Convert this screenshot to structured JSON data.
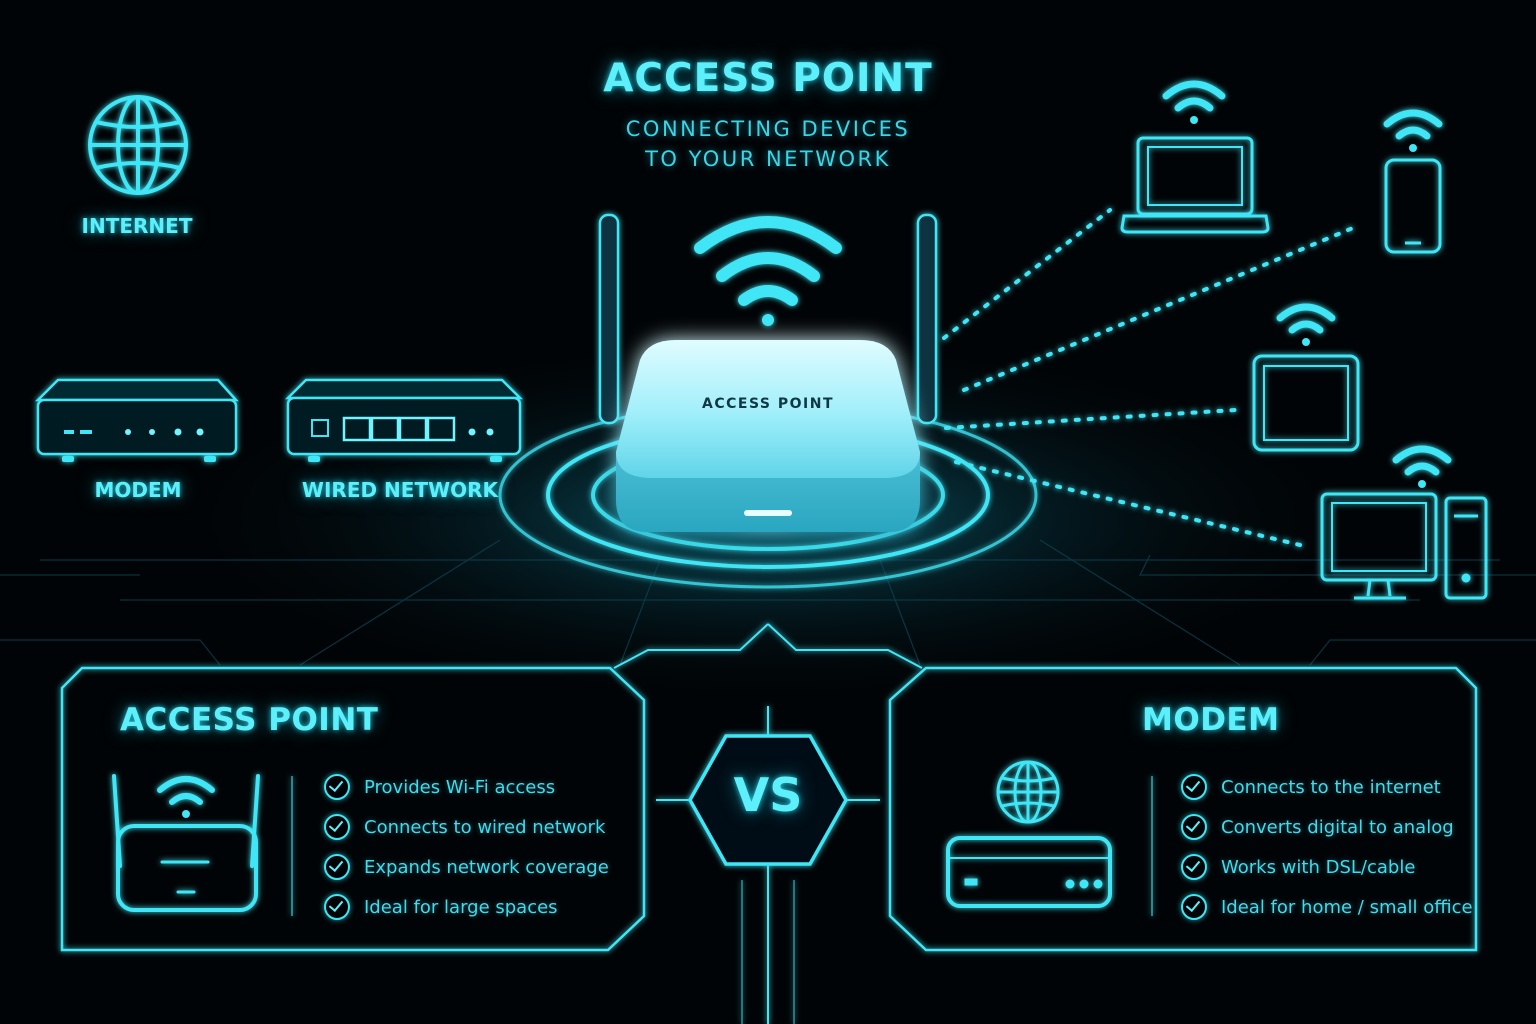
{
  "title": "ACCESS POINT",
  "subtitle": [
    "CONNECTING DEVICES",
    "TO YOUR NETWORK"
  ],
  "network": {
    "internet_label": "INTERNET",
    "modem_label": "MODEM",
    "wired_label": "WIRED NETWORK",
    "ap_device_label": "ACCESS POINT",
    "client_devices": [
      "laptop-icon",
      "smartphone-icon",
      "tablet-icon",
      "desktop-icon"
    ]
  },
  "comparison": {
    "left": {
      "title": "ACCESS POINT",
      "icon": "access-point-icon",
      "features": [
        "Provides Wi-Fi access",
        "Connects to wired network",
        "Expands network coverage",
        "Ideal for large spaces"
      ]
    },
    "vs_label": "VS",
    "right": {
      "title": "MODEM",
      "icon": "modem-globe-icon",
      "features": [
        "Connects to the internet",
        "Converts digital to analog",
        "Works with DSL/cable",
        "Ideal for home / small office"
      ]
    }
  },
  "colors": {
    "accent": "#3fe6f5",
    "background": "#010406"
  }
}
